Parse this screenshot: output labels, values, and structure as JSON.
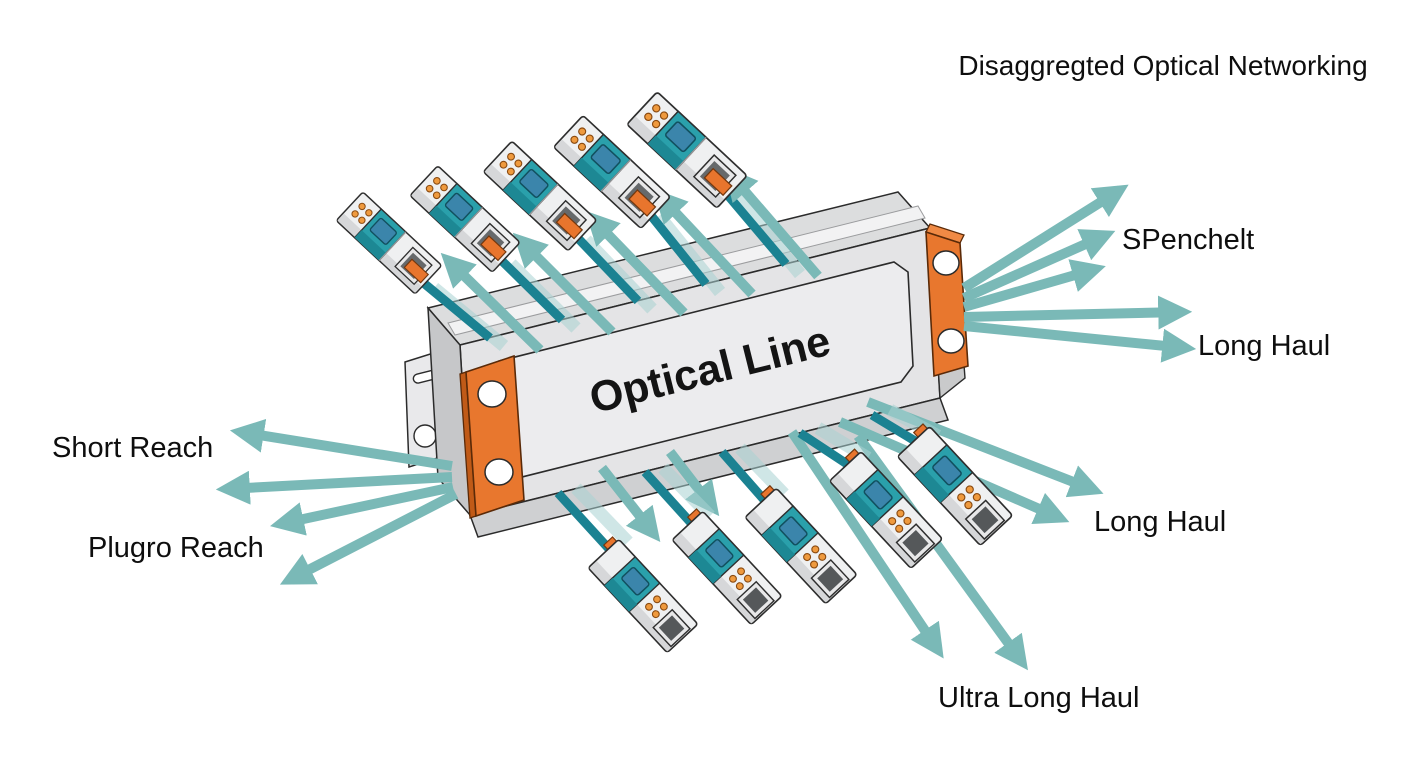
{
  "title": "Disaggregted Optical Networking",
  "chassis": {
    "label": "Optical Line"
  },
  "endpoints": {
    "short_reach": {
      "label": "Short Reach",
      "side": "left"
    },
    "plugro_reach": {
      "label": "Plugro Reach",
      "side": "left"
    },
    "spenchelt": {
      "label": "SPenchelt",
      "side": "right"
    },
    "long_haul_right": {
      "label": "Long Haul",
      "side": "right"
    },
    "long_haul_bottom": {
      "label": "Long Haul",
      "side": "bottom-right"
    },
    "ultra_long_haul": {
      "label": "Ultra Long Haul",
      "side": "bottom"
    }
  },
  "transceivers": {
    "top_row_count": 5,
    "bottom_row_count": 5
  },
  "colors": {
    "arrow_teal": "#7ab9b7",
    "pale_teal": "#a9d2d2",
    "cable_teal": "#1b8292",
    "module_teal": "#2aa0ab",
    "screen_blue": "#3b85ab",
    "accent_orange": "#e8772e",
    "dot_orange": "#ef9a3e",
    "chassis_gray": "#e4e4e6",
    "text_black": "#0e0e0e"
  }
}
